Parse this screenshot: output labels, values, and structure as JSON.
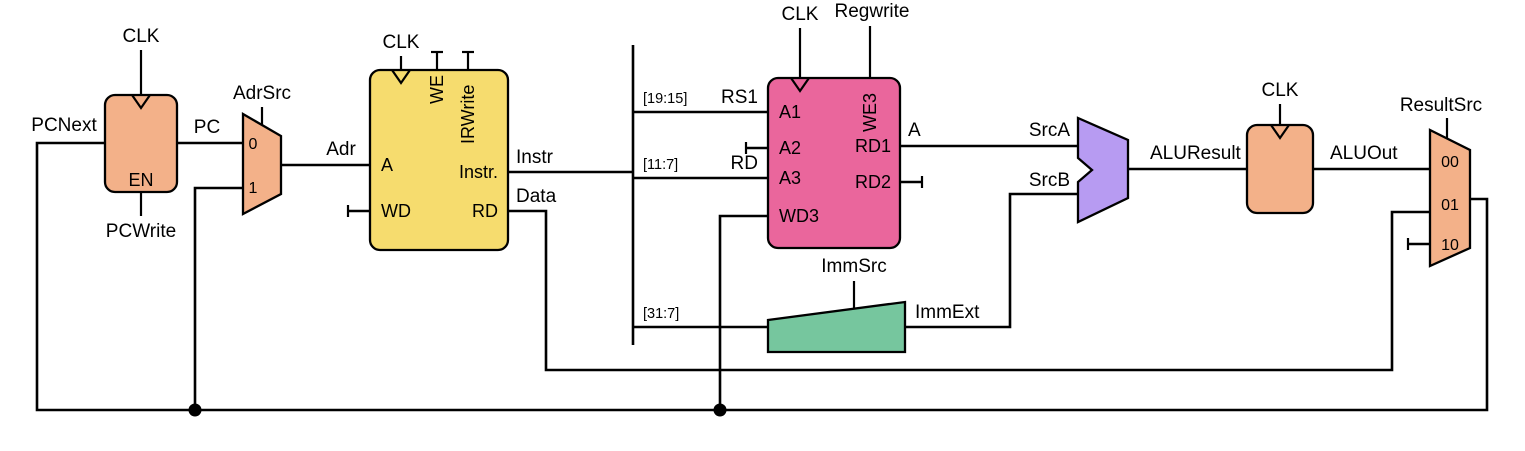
{
  "colors": {
    "block_salmon": "#f3b189",
    "block_yellow": "#f6dc6e",
    "block_pink": "#ea669c",
    "block_green": "#76c69e",
    "block_purple": "#b79bf2",
    "wire": "#000000"
  },
  "pc_register": {
    "clk_label": "CLK",
    "enable_port": "EN",
    "control_label": "PCWrite"
  },
  "adr_mux": {
    "control_label": "AdrSrc",
    "input0": "0",
    "input1": "1"
  },
  "memory": {
    "clk_label": "CLK",
    "we_port": "WE",
    "irwrite_port": "IRWrite",
    "a_port": "A",
    "wd_port": "WD",
    "instr_port": "Instr.",
    "rd_port": "RD"
  },
  "register_file": {
    "clk_label": "CLK",
    "control_label": "Regwrite",
    "we3_port": "WE3",
    "a1_port": "A1",
    "a2_port": "A2",
    "a3_port": "A3",
    "wd3_port": "WD3",
    "rd1_port": "RD1",
    "rd2_port": "RD2"
  },
  "extend_unit": {
    "control_label": "ImmSrc"
  },
  "alu_out_register": {
    "clk_label": "CLK"
  },
  "result_mux": {
    "control_label": "ResultSrc",
    "input00": "00",
    "input01": "01",
    "input10": "10"
  },
  "wires": {
    "pcnext": "PCNext",
    "pc": "PC",
    "adr": "Adr",
    "instr": "Instr",
    "data": "Data",
    "rs1_field": "[19:15]",
    "rs1": "RS1",
    "rd_field": "[11:7]",
    "rd": "RD",
    "imm_field": "[31:7]",
    "imm_ext": "ImmExt",
    "a": "A",
    "src_a": "SrcA",
    "src_b": "SrcB",
    "alu_result": "ALUResult",
    "alu_out": "ALUOut"
  }
}
